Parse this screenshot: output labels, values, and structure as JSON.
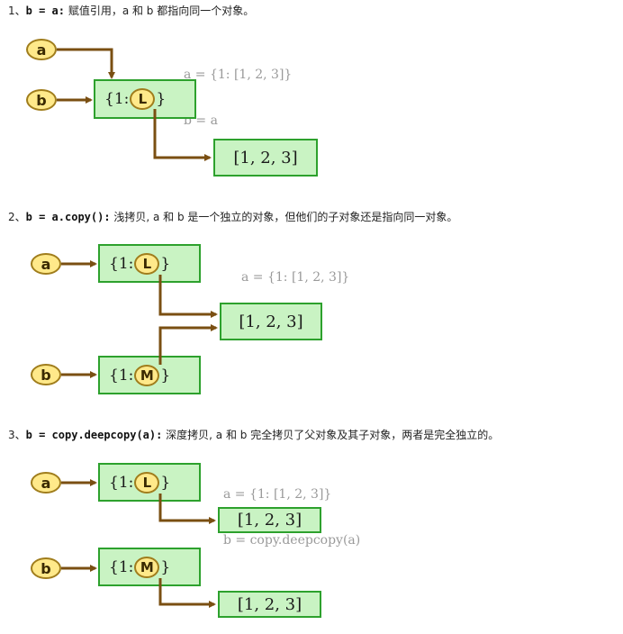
{
  "sections": [
    {
      "num": "1、",
      "code_label": "b = a:",
      "desc": " 赋值引用，a 和 b 都指向同一个对象。",
      "code_lines": [
        "a = {1: [1, 2, 3]}",
        "b = a"
      ],
      "nodes": {
        "var_a": "a",
        "var_b": "b",
        "dict1_open": "{1:",
        "dict1_key": "L",
        "dict1_close": "}",
        "list1": "[1, 2, 3]"
      }
    },
    {
      "num": "2、",
      "code_label": "b = a.copy():",
      "desc": " 浅拷贝, a 和 b 是一个独立的对象，但他们的子对象还是指向同一对象。",
      "code_lines": [
        "a = {1: [1, 2, 3]}",
        "b = a.copy()"
      ],
      "nodes": {
        "var_a": "a",
        "var_b": "b",
        "dict1_open": "{1:",
        "dict1_key": "L",
        "dict1_close": "}",
        "dict2_open": "{1:",
        "dict2_key": "M",
        "dict2_close": "}",
        "list1": "[1, 2, 3]"
      }
    },
    {
      "num": "3、",
      "code_label": "b = copy.deepcopy(a):",
      "desc": " 深度拷贝, a 和 b 完全拷贝了父对象及其子对象，两者是完全独立的。",
      "code_lines": [
        "a = {1: [1, 2, 3]}",
        "b = copy.deepcopy(a)"
      ],
      "nodes": {
        "var_a": "a",
        "var_b": "b",
        "dict1_open": "{1:",
        "dict1_key": "L",
        "dict1_close": "}",
        "dict2_open": "{1:",
        "dict2_key": "M",
        "dict2_close": "}",
        "list1": "[1, 2, 3]",
        "list2": "[1, 2, 3]"
      }
    }
  ],
  "colors": {
    "arrow": "#7a4f12",
    "box_fill": "#c9f3c3",
    "box_border": "#2da12d",
    "oval_fill": "#ffe98a",
    "code_text": "#9a9a9a"
  }
}
